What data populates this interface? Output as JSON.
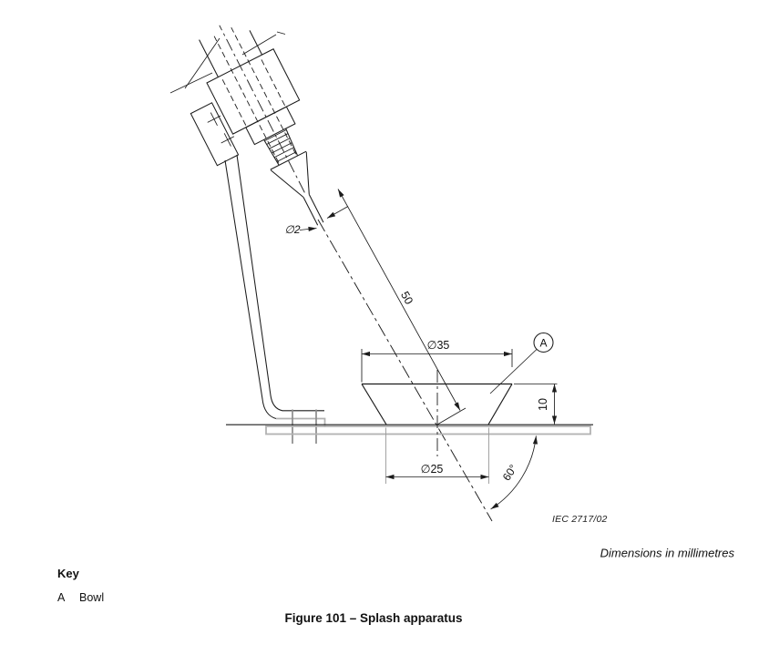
{
  "drawing": {
    "ref_number": "IEC  2717/02",
    "labels": {
      "nozzle_diameter": "∅2",
      "spray_distance": "50",
      "bowl_top_diameter": "∅35",
      "bowl_bottom_diameter": "∅25",
      "bowl_height": "10",
      "spray_angle": "60°",
      "part_ref": "A"
    },
    "colors": {
      "line": "#1c1c1c",
      "gray_light": "#b2b2b2",
      "gray_dark": "#8c8c8c"
    }
  },
  "notes": {
    "units": "Dimensions in millimetres"
  },
  "key": {
    "title": "Key",
    "items": [
      {
        "ref": "A",
        "label": "Bowl"
      }
    ]
  },
  "caption": "Figure 101 – Splash apparatus"
}
